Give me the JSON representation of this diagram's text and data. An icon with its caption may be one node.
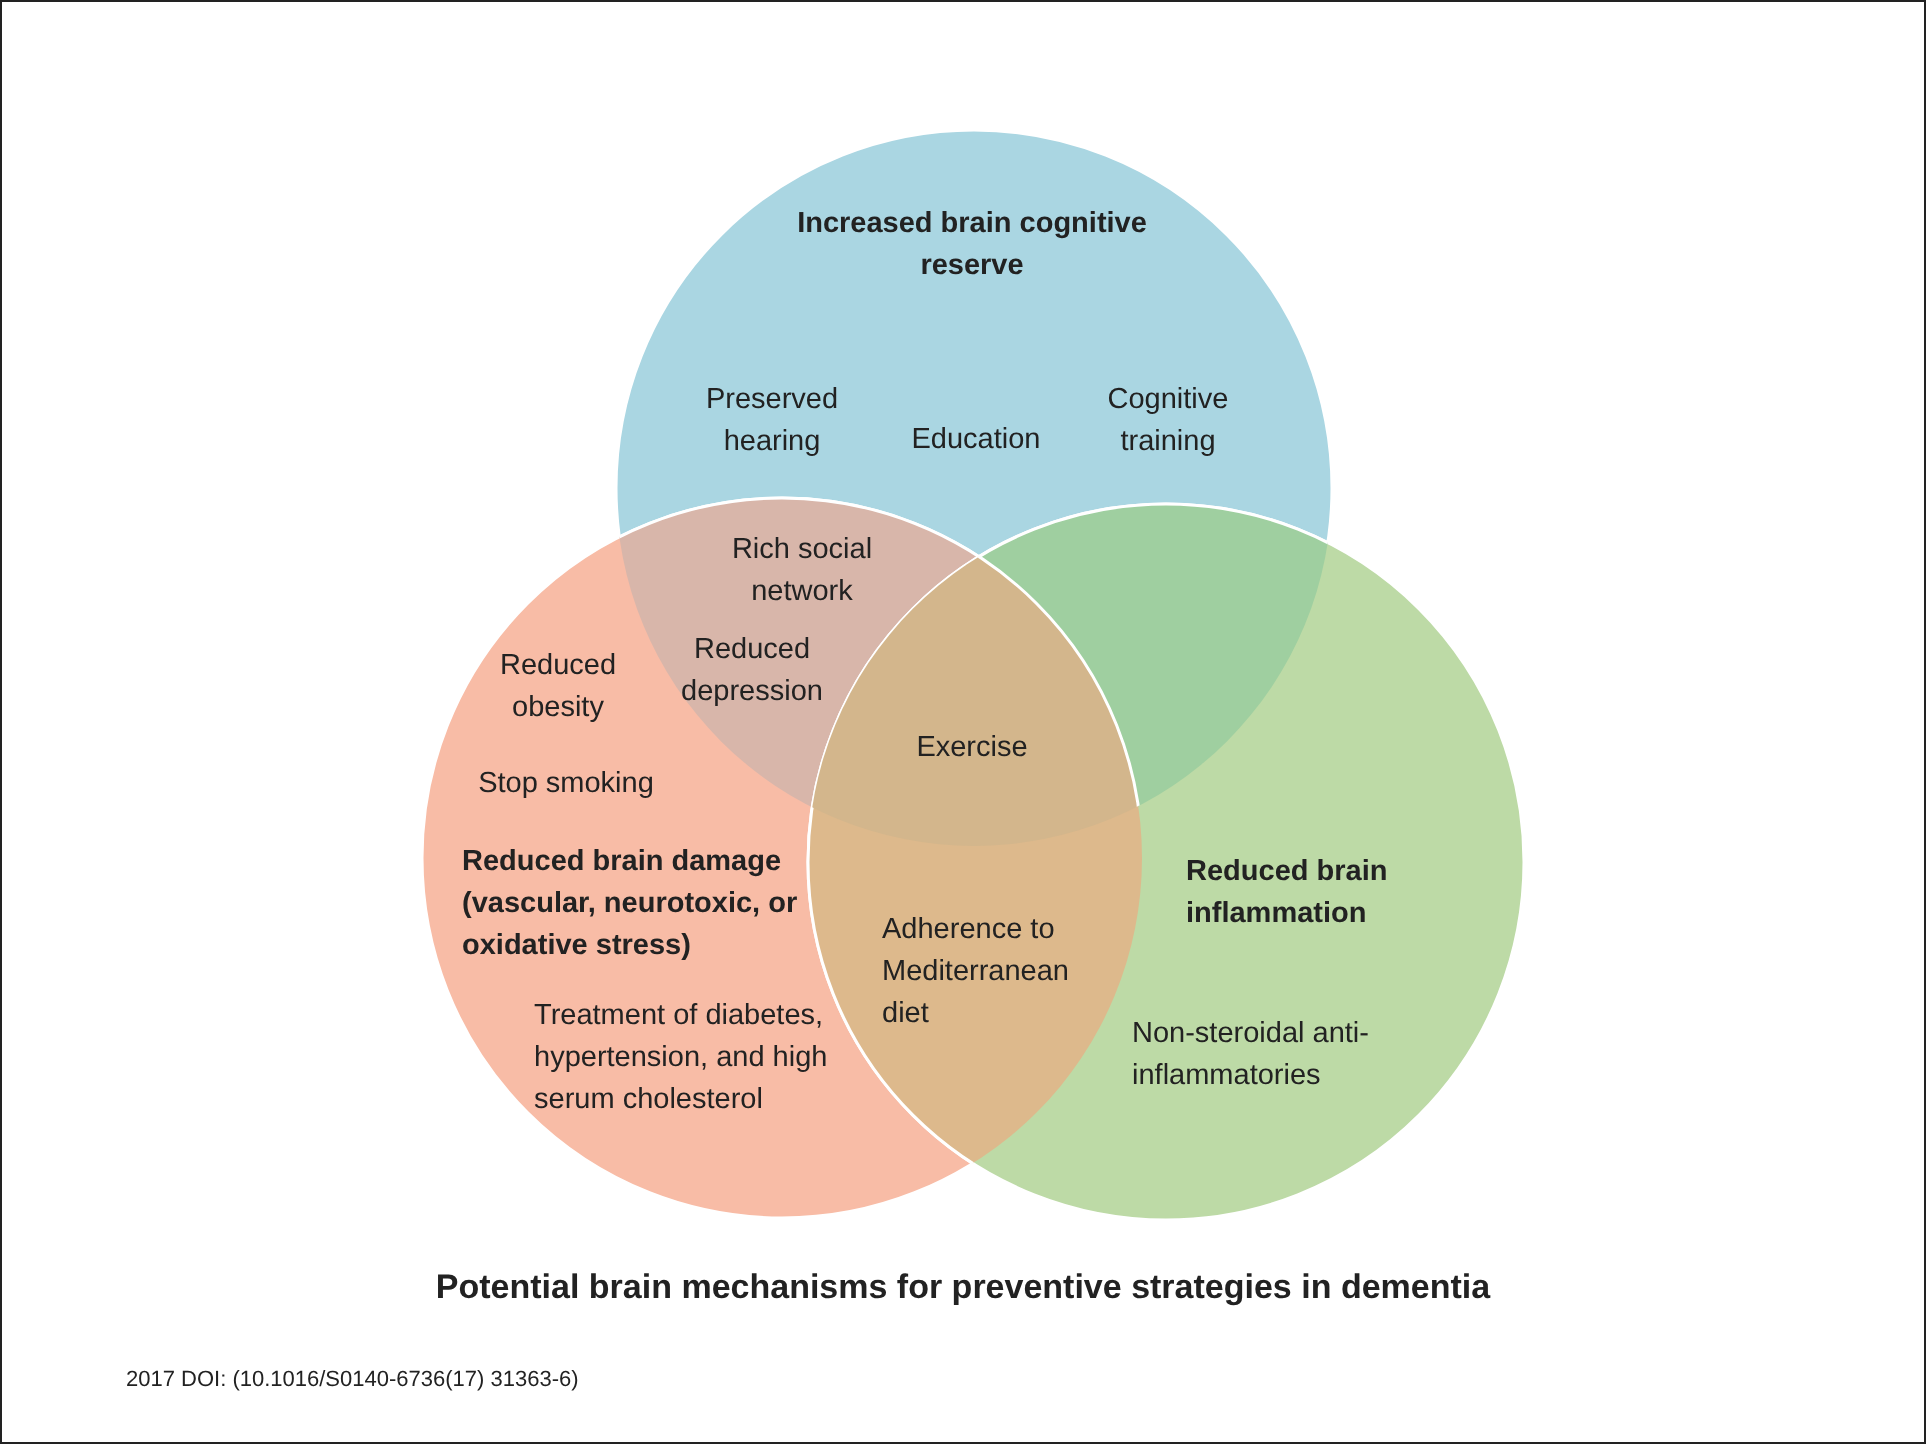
{
  "diagram": {
    "caption": "Potential brain mechanisms for preventive strategies in dementia",
    "nodes": [
      {
        "text": [
          "Increased brain cognitive reserve",
          "Preserved hearing",
          "Education",
          "Cognitive training"
        ]
      },
      {
        "text": [
          "Reduced obesity",
          "Stop smoking",
          "Reduced brain damage (vascular, neurotoxic, or oxidative stress)",
          "Treatment of diabetes, hypertension, and high serum cholesterol"
        ]
      },
      {
        "text": [
          "Reduced brain inflammation",
          "Non-steroidal anti-inflammatories"
        ]
      }
    ],
    "labels": [
      "Rich social network",
      "Reduced depression",
      "Exercise",
      "Adherence to Mediterranean diet",
      "2017 DOI: (10.1016/S0140-6736(17) 31363-6)"
    ]
  }
}
